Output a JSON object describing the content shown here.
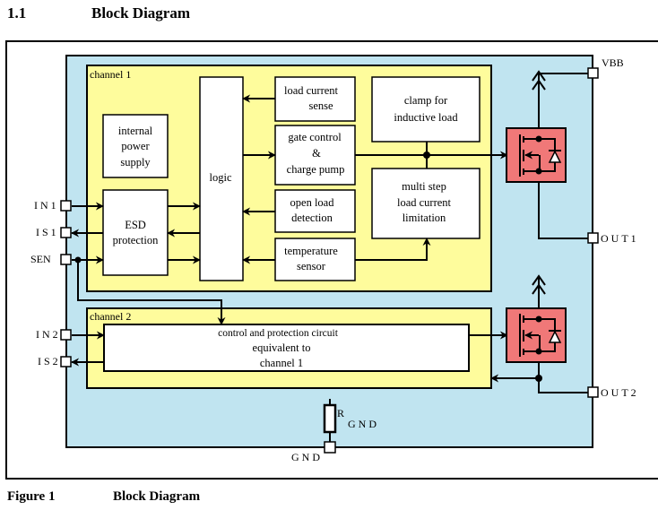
{
  "heading": {
    "number": "1.1",
    "title": "Block Diagram"
  },
  "caption": {
    "number": "Figure 1",
    "title": "Block Diagram"
  },
  "colors": {
    "chip_background": "#c0e4f0",
    "channel_background": "#fefc9c",
    "block_background": "#ffffff",
    "mosfet_background": "#f07878",
    "line": "#000000"
  },
  "channel1": {
    "label": "channel 1",
    "blocks": {
      "internal_power_supply": [
        "internal",
        "power",
        "supply"
      ],
      "esd_protection": [
        "ESD",
        "protection"
      ],
      "logic": [
        "logic"
      ],
      "load_current_sense": [
        "load current",
        "sense"
      ],
      "gate_control": [
        "gate control",
        "&",
        "charge pump"
      ],
      "open_load_detection": [
        "open load",
        "detection"
      ],
      "temperature_sensor": [
        "temperature",
        "sensor"
      ],
      "clamp": [
        "clamp for",
        "inductive load"
      ],
      "current_limitation": [
        "multi step",
        "load current",
        "limitation"
      ]
    }
  },
  "channel2": {
    "label": "channel 2",
    "block": [
      "control and protection circuit",
      "equivalent to",
      "channel 1"
    ]
  },
  "pins": {
    "in1": "IN1",
    "is1": "IS1",
    "sen": "SEN",
    "in2": "IN2",
    "is2": "IS2",
    "vbb": "VBB",
    "out1": "OUT1",
    "out2": "OUT2",
    "gnd": "GND"
  },
  "resistor": {
    "label": "R",
    "subscript": "GND"
  }
}
